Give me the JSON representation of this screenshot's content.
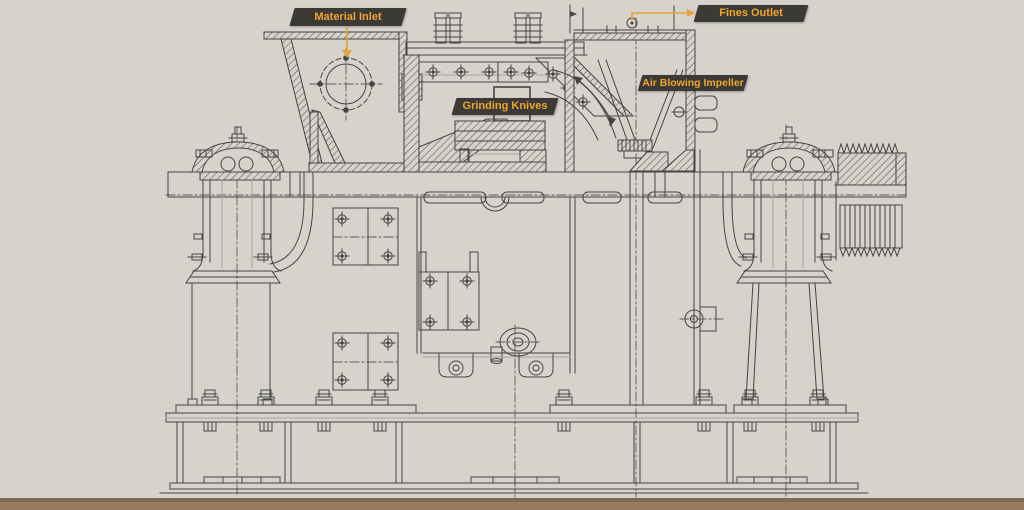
{
  "page": {
    "background_color": "#d6d3cc",
    "ground_top_color": "#7d6b57",
    "ground_bottom_color": "#987a60",
    "line_color": "#46443f"
  },
  "annotations": {
    "badge_background": "#3b3a37",
    "text_color": "#f1a42e",
    "arrow_color": "#e7a23a",
    "items": [
      {
        "id": "material-inlet",
        "label": "Material Inlet"
      },
      {
        "id": "fines-outlet",
        "label": "Fines Outlet"
      },
      {
        "id": "air-blowing-impeller",
        "label": "Air Blowing Impeller"
      },
      {
        "id": "grinding-knives",
        "label": "Grinding Knives"
      }
    ]
  }
}
